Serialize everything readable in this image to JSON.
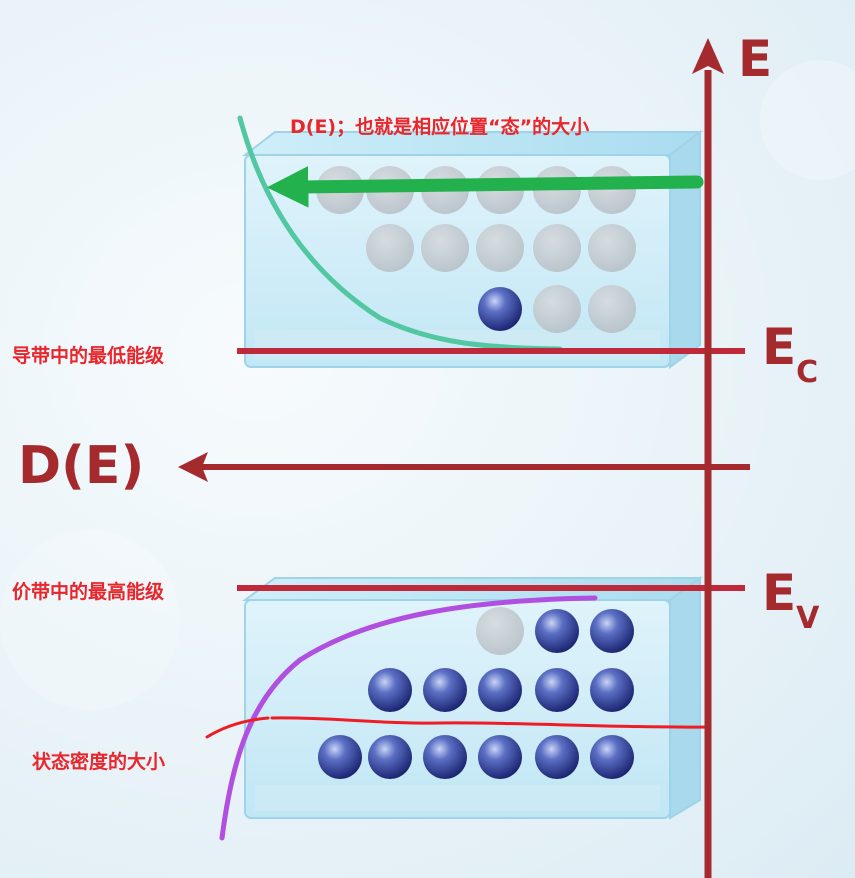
{
  "annotations": {
    "de_note": "D(E)；也就是相应位置“态”的大小",
    "conduction_min": "导带中的最低能级",
    "valence_max": "价带中的最高能级",
    "dos_note": "状态密度的大小"
  },
  "axes": {
    "energy": "E",
    "density": "D(E)",
    "ec_main": "E",
    "ec_sub": "C",
    "ev_main": "E",
    "ev_sub": "V"
  },
  "colors": {
    "axis": "#a42a2e",
    "annotation": "#e8262b",
    "green_arrow": "#22b14c",
    "conduction_curve": "#52c7a1",
    "valence_curve": "#b04fe0"
  },
  "bands": {
    "conduction": {
      "rows": [
        [
          "empty",
          "empty",
          "empty",
          "empty",
          "empty",
          "empty"
        ],
        [
          "empty",
          "empty",
          "empty",
          "empty",
          "empty"
        ],
        [
          "electron",
          "empty",
          "empty"
        ]
      ]
    },
    "valence": {
      "rows": [
        [
          "empty",
          "electron",
          "electron"
        ],
        [
          "electron",
          "electron",
          "electron",
          "electron",
          "electron"
        ],
        [
          "electron",
          "electron",
          "electron",
          "electron",
          "electron",
          "electron"
        ]
      ]
    }
  }
}
